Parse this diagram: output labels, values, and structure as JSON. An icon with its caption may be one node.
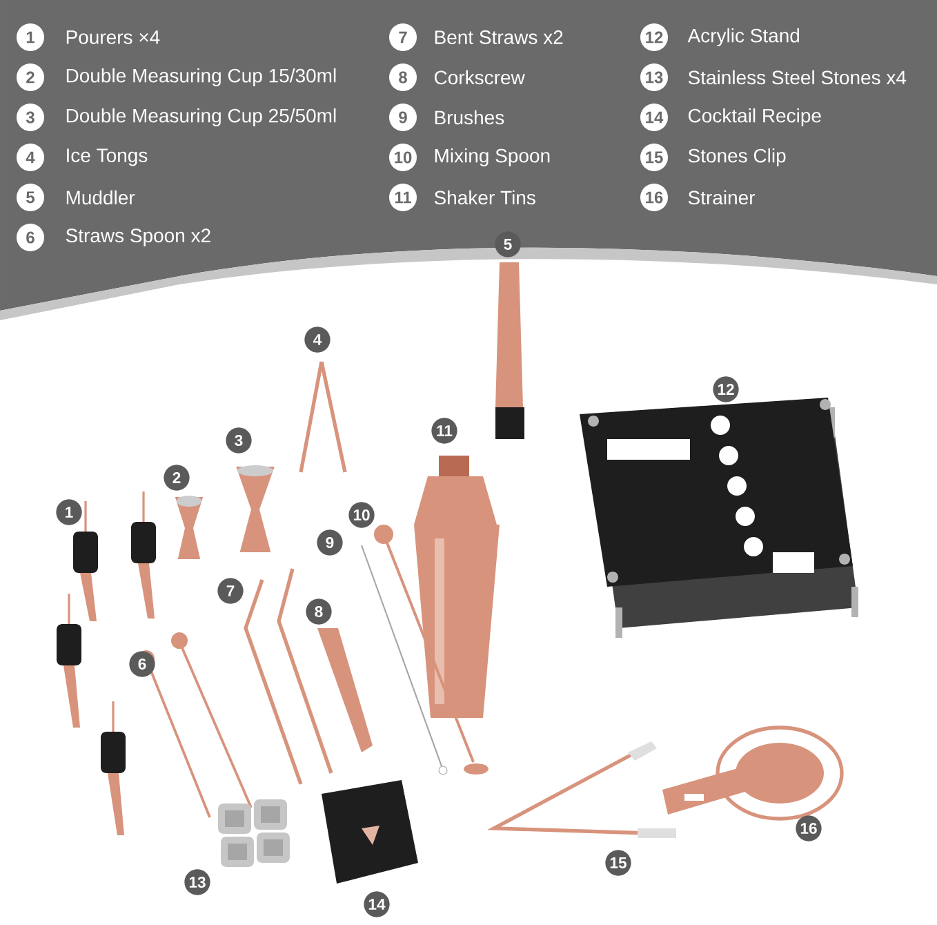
{
  "diagram": {
    "labels": [
      "1",
      "Pourers ×4",
      "7",
      "Bent Straws x2",
      "12",
      "Acrylic Stand",
      "2",
      "Double Measuring Cup 15/30ml",
      "8",
      "Corkscrew",
      "13",
      "Stainless Steel Stones x4",
      "3",
      "Double Measuring Cup 25/50ml",
      "9",
      "Brushes",
      "14",
      "Cocktail Recipe",
      "4",
      "Ice Tongs",
      "10",
      "Mixing Spoon",
      "15",
      "Stones Clip",
      "5",
      "Muddler",
      "11",
      "Shaker Tins",
      "16",
      "Strainer",
      "6",
      "Straws Spoon x2",
      "5",
      "4",
      "12",
      "11",
      "3",
      "2",
      "1",
      "10",
      "9",
      "7",
      "8",
      "6",
      "16",
      "15",
      "13",
      "14"
    ]
  }
}
